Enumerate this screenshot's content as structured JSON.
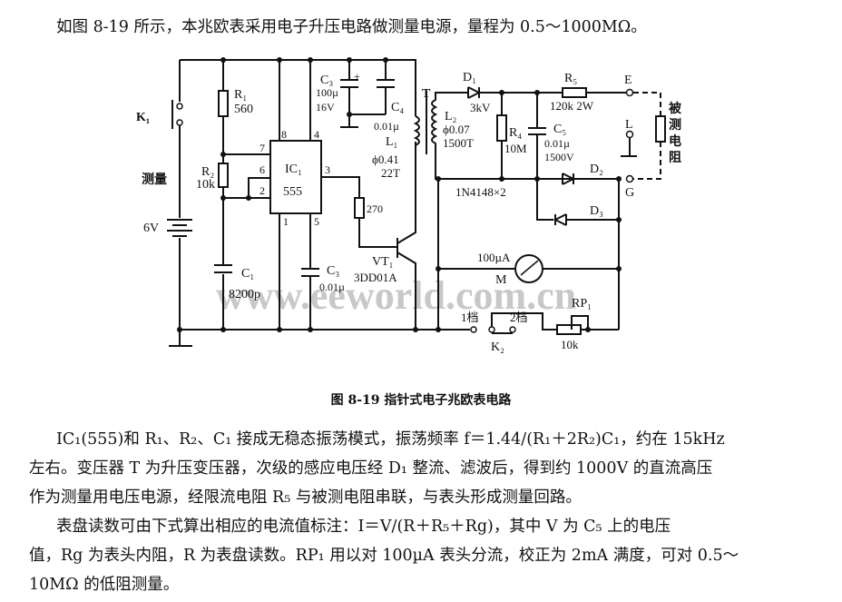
{
  "intro": "如图 8-19 所示，本兆欧表采用电子升压电路做测量电源，量程为 0.5～1000MΩ。",
  "diagram": {
    "watermark": "www.eeworld.com.cn",
    "labels": {
      "k1": "K₁",
      "measure": "测量",
      "battery": "6V",
      "r1": "R₁",
      "r1_val": "560",
      "r2": "R₂",
      "r2_val": "10k",
      "c1": "C₁",
      "c1_val": "8200p",
      "ic": "IC₁",
      "ic_type": "555",
      "pin8": "8",
      "pin4": "4",
      "pin7": "7",
      "pin6": "6",
      "pin2": "2",
      "pin3": "3",
      "pin1": "1",
      "pin5": "5",
      "c3_top": "C₃",
      "c3_top_val1": "100µ",
      "c3_top_val2": "16V",
      "c3_plus": "+",
      "c4": "C₄",
      "c4_val": "0.01µ",
      "l1": "L₁",
      "l1_val1": "ϕ0.41",
      "l1_val2": "22T",
      "c3_bot": "C₃",
      "c3_bot_val": "0.01µ",
      "r270": "270",
      "vt1": "VT₁",
      "vt1_type": "3DD01A",
      "t": "T",
      "t2": "T",
      "l2": "L₂",
      "l2_val1": "ϕ0.07",
      "l2_val2": "1500T",
      "d1": "D₁",
      "d1_val": "3kV",
      "r4": "R₄",
      "r4_val": "10M",
      "c5": "C₅",
      "c5_val1": "0.01µ",
      "c5_val2": "1500V",
      "r5": "R₅",
      "r5_val": "120k  2W",
      "e": "E",
      "l": "L",
      "g": "G",
      "dut": [
        "被",
        "测",
        "电",
        "阻"
      ],
      "d2": "D₂",
      "d3": "D₃",
      "diodes": "1N4148×2",
      "meter": "100µA",
      "meter_m": "M",
      "range1": "1档",
      "range2": "2档",
      "k2": "K₂",
      "rp1": "RP₁",
      "rp1_val": "10k"
    }
  },
  "caption": "图 8-19    指针式电子兆欧表电路",
  "paragraphs": [
    "IC₁(555)和 R₁、R₂、C₁ 接成无稳态振荡模式，振荡频率 f＝1.44/(R₁＋2R₂)C₁，约在 15kHz",
    "左右。变压器 T 为升压变压器，次级的感应电压经 D₁ 整流、滤波后，得到约 1000V 的直流高压",
    "作为测量用电压电源，经限流电阻 R₅ 与被测电阻串联，与表头形成测量回路。",
    "表盘读数可由下式算出相应的电流值标注：I＝V/(R＋R₅＋Rg)，其中 V 为 C₅ 上的电压",
    "值，Rg 为表头内阻，R 为表盘读数。RP₁ 用以对 100µA 表头分流，校正为 2mA 满度，可对 0.5～",
    "10MΩ 的低阻测量。"
  ]
}
